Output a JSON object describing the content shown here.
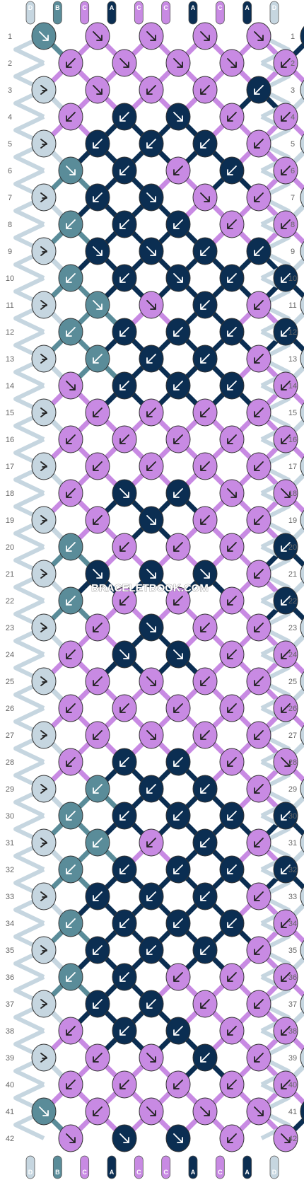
{
  "colors": {
    "A": "#0b2e52",
    "B": "#5a8c99",
    "C": "#c88ae3",
    "D": "#c6d6e0"
  },
  "strings_top": [
    "D",
    "B",
    "C",
    "A",
    "C",
    "C",
    "A",
    "C",
    "A",
    "D"
  ],
  "strings_bottom": [
    "D",
    "B",
    "C",
    "A",
    "C",
    "C",
    "A",
    "C",
    "A",
    "D"
  ],
  "row_numbers": [
    1,
    2,
    3,
    4,
    5,
    6,
    7,
    8,
    9,
    10,
    11,
    12,
    13,
    14,
    15,
    16,
    17,
    18,
    19,
    20,
    21,
    22,
    23,
    24,
    25,
    26,
    27,
    28,
    29,
    30,
    31,
    32,
    33,
    34,
    35,
    36,
    37,
    38,
    39,
    40,
    41,
    42
  ],
  "watermark": "BRACELETBOOK.COM",
  "knot_rows": [
    [
      "B",
      "C",
      "C",
      "C",
      "C",
      "A"
    ],
    [
      "C",
      "C",
      "C",
      "C",
      "C"
    ],
    [
      "D",
      "C",
      "C",
      "C",
      "A",
      "D"
    ],
    [
      "C",
      "A",
      "A",
      "C",
      "C"
    ],
    [
      "D",
      "A",
      "A",
      "A",
      "C",
      "D"
    ],
    [
      "B",
      "A",
      "C",
      "A",
      "C"
    ],
    [
      "D",
      "A",
      "A",
      "C",
      "C",
      "D"
    ],
    [
      "B",
      "A",
      "A",
      "C",
      "C"
    ],
    [
      "D",
      "A",
      "A",
      "A",
      "A",
      "D"
    ],
    [
      "B",
      "A",
      "A",
      "A",
      "A"
    ],
    [
      "D",
      "B",
      "C",
      "A",
      "C",
      "D"
    ],
    [
      "B",
      "A",
      "A",
      "A",
      "A"
    ],
    [
      "D",
      "B",
      "A",
      "A",
      "C",
      "D"
    ],
    [
      "C",
      "A",
      "A",
      "A",
      "C"
    ],
    [
      "D",
      "C",
      "C",
      "C",
      "C",
      "D"
    ],
    [
      "C",
      "C",
      "C",
      "C",
      "C"
    ],
    [
      "D",
      "C",
      "C",
      "C",
      "C",
      "D"
    ],
    [
      "C",
      "A",
      "A",
      "C",
      "C"
    ],
    [
      "D",
      "C",
      "A",
      "C",
      "C",
      "D"
    ],
    [
      "B",
      "C",
      "C",
      "C",
      "A"
    ],
    [
      "D",
      "A",
      "A",
      "A",
      "C",
      "D"
    ],
    [
      "B",
      "C",
      "C",
      "C",
      "A"
    ],
    [
      "D",
      "C",
      "A",
      "C",
      "C",
      "D"
    ],
    [
      "C",
      "A",
      "A",
      "C",
      "C"
    ],
    [
      "D",
      "C",
      "C",
      "C",
      "C",
      "D"
    ],
    [
      "C",
      "C",
      "C",
      "C",
      "C"
    ],
    [
      "D",
      "C",
      "C",
      "C",
      "C",
      "D"
    ],
    [
      "C",
      "A",
      "A",
      "C",
      "C"
    ],
    [
      "D",
      "B",
      "A",
      "A",
      "C",
      "D"
    ],
    [
      "B",
      "A",
      "A",
      "A",
      "A"
    ],
    [
      "D",
      "B",
      "C",
      "A",
      "C",
      "D"
    ],
    [
      "B",
      "A",
      "A",
      "A",
      "A"
    ],
    [
      "D",
      "A",
      "A",
      "A",
      "C",
      "D"
    ],
    [
      "B",
      "A",
      "A",
      "A",
      "C"
    ],
    [
      "D",
      "A",
      "A",
      "A",
      "C",
      "D"
    ],
    [
      "B",
      "A",
      "C",
      "C",
      "C"
    ],
    [
      "D",
      "A",
      "A",
      "C",
      "C",
      "D"
    ],
    [
      "C",
      "A",
      "A",
      "C",
      "C"
    ],
    [
      "D",
      "C",
      "C",
      "A",
      "C",
      "D"
    ],
    [
      "C",
      "C",
      "C",
      "C",
      "C"
    ],
    [
      "B",
      "C",
      "C",
      "C",
      "C",
      "A"
    ],
    [
      "C",
      "A",
      "A",
      "C",
      "C"
    ]
  ],
  "knot_arrows": [
    [
      "dr",
      "dr",
      "dr",
      "dr",
      "dr",
      "dl"
    ],
    [
      "dl",
      "dr",
      "dr",
      "dr",
      "dl"
    ],
    [
      "fl",
      "dr",
      "dl",
      "dl",
      "dl",
      "fr"
    ],
    [
      "dl",
      "dl",
      "dr",
      "dl",
      "dl"
    ],
    [
      "fl",
      "dl",
      "dl",
      "dl",
      "dl",
      "fr"
    ],
    [
      "dr",
      "dl",
      "dl",
      "dl",
      "dl"
    ],
    [
      "fl",
      "dl",
      "dr",
      "dr",
      "dl",
      "fr"
    ],
    [
      "dl",
      "dl",
      "dl",
      "dl",
      "dl"
    ],
    [
      "fl",
      "dr",
      "dr",
      "dl",
      "dl",
      "fr"
    ],
    [
      "dl",
      "dl",
      "dr",
      "dl",
      "dl"
    ],
    [
      "fl",
      "dr",
      "dr",
      "dl",
      "dl",
      "fr"
    ],
    [
      "dl",
      "dl",
      "dl",
      "dl",
      "dl"
    ],
    [
      "fl",
      "dl",
      "dl",
      "dl",
      "dl",
      "fr"
    ],
    [
      "dr",
      "dl",
      "dl",
      "dl",
      "dl"
    ],
    [
      "fl",
      "dl",
      "dl",
      "dl",
      "dl",
      "fr"
    ],
    [
      "dl",
      "dl",
      "dl",
      "dl",
      "dl"
    ],
    [
      "fl",
      "dl",
      "dl",
      "dl",
      "dl",
      "fr"
    ],
    [
      "dl",
      "dr",
      "dl",
      "dr",
      "dr"
    ],
    [
      "fl",
      "dl",
      "dr",
      "dl",
      "dl",
      "fr"
    ],
    [
      "dl",
      "dl",
      "dl",
      "dl",
      "dl"
    ],
    [
      "fl",
      "dr",
      "dr",
      "dr",
      "dl",
      "fr"
    ],
    [
      "dl",
      "dl",
      "dl",
      "dl",
      "dl"
    ],
    [
      "fl",
      "dl",
      "dr",
      "dl",
      "dl",
      "fr"
    ],
    [
      "dl",
      "dr",
      "dr",
      "dl",
      "dl"
    ],
    [
      "fl",
      "dl",
      "dr",
      "dl",
      "dl",
      "fr"
    ],
    [
      "dl",
      "dl",
      "dl",
      "dl",
      "dl"
    ],
    [
      "fl",
      "dl",
      "dr",
      "dl",
      "dl",
      "fr"
    ],
    [
      "dl",
      "dl",
      "dl",
      "dl",
      "dr"
    ],
    [
      "fl",
      "dl",
      "dl",
      "dl",
      "dl",
      "fr"
    ],
    [
      "dl",
      "dl",
      "dl",
      "dl",
      "dl"
    ],
    [
      "fl",
      "dl",
      "dl",
      "dl",
      "dl",
      "fr"
    ],
    [
      "dl",
      "dl",
      "dl",
      "dl",
      "dl"
    ],
    [
      "fl",
      "dl",
      "dl",
      "dl",
      "dl",
      "fr"
    ],
    [
      "dl",
      "dl",
      "dl",
      "dl",
      "dl"
    ],
    [
      "fl",
      "dl",
      "dl",
      "dl",
      "dl",
      "fr"
    ],
    [
      "dl",
      "dl",
      "dl",
      "dl",
      "dl"
    ],
    [
      "fl",
      "dl",
      "dl",
      "dl",
      "dl",
      "fr"
    ],
    [
      "dl",
      "dl",
      "dl",
      "dl",
      "dl"
    ],
    [
      "fl",
      "dl",
      "dr",
      "dl",
      "dl",
      "fr"
    ],
    [
      "dl",
      "dl",
      "dl",
      "dl",
      "dl"
    ],
    [
      "dr",
      "dl",
      "dr",
      "dr",
      "dr",
      "dl"
    ],
    [
      "dr",
      "dr",
      "dr",
      "dl",
      "dr"
    ]
  ]
}
